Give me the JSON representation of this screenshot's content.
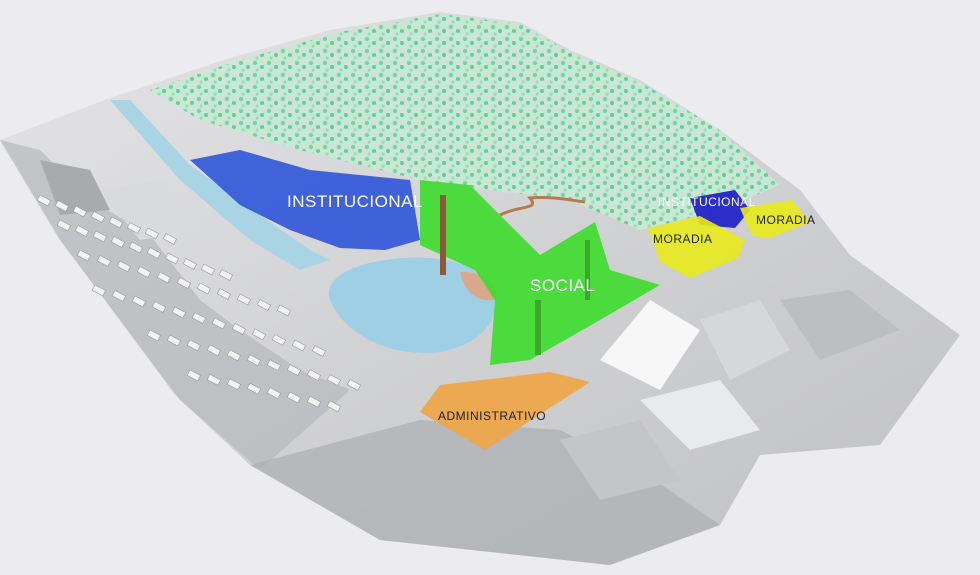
{
  "map": {
    "title": "",
    "zones": [
      {
        "id": "institucional-main",
        "label": "INSTITUCIONAL",
        "color": "#2f55d9"
      },
      {
        "id": "social",
        "label": "SOCIAL",
        "color": "#3cdc2c"
      },
      {
        "id": "institucional-small",
        "label": "INSTITUCIONAL",
        "color": "#2424c8"
      },
      {
        "id": "moradia-left",
        "label": "MORADIA",
        "color": "#e8ea1c"
      },
      {
        "id": "moradia-right",
        "label": "MORADIA",
        "color": "#e8ea1c"
      },
      {
        "id": "administrativo",
        "label": "ADMINISTRATIVO",
        "color": "#eda64a"
      }
    ],
    "colors": {
      "background": "#ecebee",
      "terrain": "#cfd0d2",
      "forest": "#86dfb2",
      "lake": "#9fd0e6",
      "path": "#d9a88a",
      "buildings": "#f2f2f2"
    }
  }
}
